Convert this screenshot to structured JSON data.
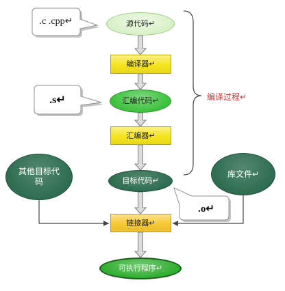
{
  "diagram": {
    "group_label": "编译过程↵",
    "nodes": {
      "source_code": "源代码↵",
      "compiler": "编译器↵",
      "assembly_code": "汇编代码↵",
      "assembler": "汇编器↵",
      "object_code": "目标代码↵",
      "other_object_code": "其他目标代码",
      "library_files": "库文件↵",
      "linker": "链接器↵",
      "executable": "可执行程序↵"
    },
    "callouts": {
      "source_extensions": ".c .cpp↵",
      "assembly_extension": ".s↵",
      "object_extension": ".o↵"
    },
    "colors": {
      "source_node": "#d8f1c6",
      "process_box": "#f5e41f",
      "linker_box": "#f8c933",
      "assembly_node": "#3cc13c",
      "object_node": "#2e6d4f",
      "executable_node": "#2fae2f",
      "group_label": "#cc3333"
    }
  }
}
